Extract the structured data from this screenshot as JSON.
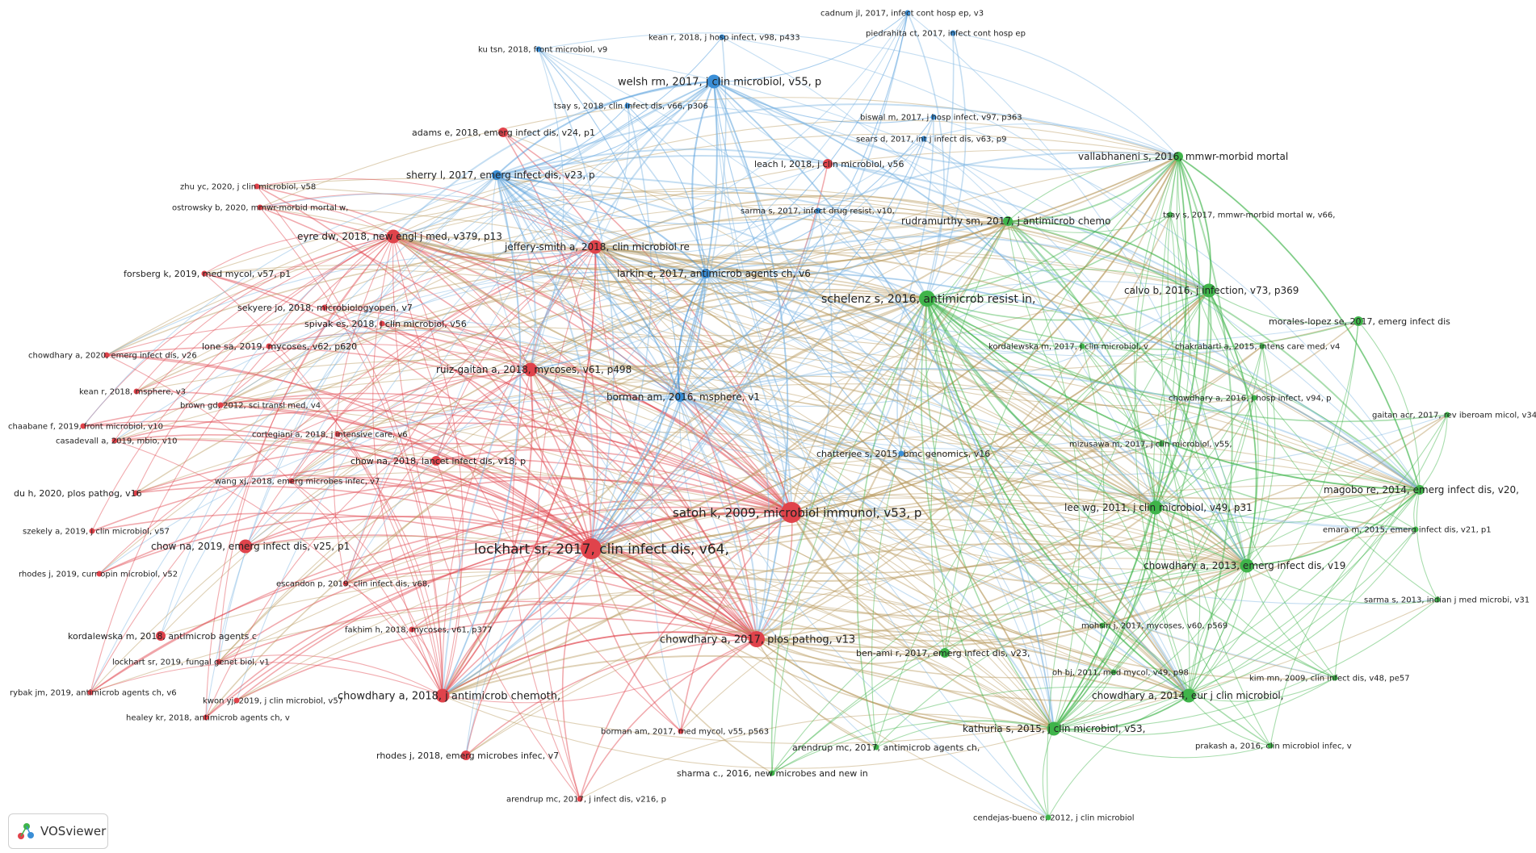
{
  "app": {
    "logo_text": "VOSviewer"
  },
  "colors": {
    "red": "#e0434b",
    "green": "#3fb44a",
    "blue": "#3a8ed6"
  },
  "nodes": [
    {
      "id": "lockhart2017",
      "label": "lockhart sr, 2017, clin infect dis, v64,",
      "cluster": "red",
      "weight": 5
    },
    {
      "id": "satoh2009",
      "label": "satoh k, 2009, microbiol immunol, v53, p",
      "cluster": "red",
      "weight": 5
    },
    {
      "id": "chowdhary2017pp",
      "label": "chowdhary a, 2017, plos pathog, v13",
      "cluster": "red",
      "weight": 4
    },
    {
      "id": "chowdhary2018jac",
      "label": "chowdhary a, 2018, j antimicrob chemoth,",
      "cluster": "red",
      "weight": 3
    },
    {
      "id": "ruizgaitan",
      "label": "ruiz-gaitan a, 2018, mycoses, v61, p498",
      "cluster": "red",
      "weight": 3
    },
    {
      "id": "jefferysmith",
      "label": "jeffery-smith a, 2018, clin microbiol re",
      "cluster": "red",
      "weight": 3
    },
    {
      "id": "eyre",
      "label": "eyre dw, 2018, new engl j med, v379, p13",
      "cluster": "red",
      "weight": 3
    },
    {
      "id": "chowna2019",
      "label": "chow na, 2019, emerg infect dis, v25, p1",
      "cluster": "red",
      "weight": 3
    },
    {
      "id": "adams",
      "label": "adams e, 2018, emerg infect dis, v24, p1",
      "cluster": "red",
      "weight": 2
    },
    {
      "id": "leach",
      "label": "leach l, 2018, j clin microbiol, v56",
      "cluster": "red",
      "weight": 2
    },
    {
      "id": "zhu",
      "label": "zhu yc, 2020, j clin microbiol, v58",
      "cluster": "red",
      "weight": 1
    },
    {
      "id": "ostrowsky",
      "label": "ostrowsky b, 2020, mmwr-morbid mortal w,",
      "cluster": "red",
      "weight": 1
    },
    {
      "id": "forsberg",
      "label": "forsberg k, 2019, med mycol, v57, p1",
      "cluster": "red",
      "weight": 1
    },
    {
      "id": "sekyere",
      "label": "sekyere jo, 2018, microbiologyopen, v7",
      "cluster": "red",
      "weight": 1
    },
    {
      "id": "spivak",
      "label": "spivak es, 2018, j clin microbiol, v56",
      "cluster": "red",
      "weight": 1
    },
    {
      "id": "lonesa",
      "label": "lone sa, 2019, mycoses, v62, p620",
      "cluster": "red",
      "weight": 1
    },
    {
      "id": "chowdhary2020",
      "label": "chowdhary a, 2020, emerg infect dis, v26",
      "cluster": "red",
      "weight": 1
    },
    {
      "id": "keanr2018",
      "label": "kean r, 2018, msphere, v3",
      "cluster": "red",
      "weight": 1
    },
    {
      "id": "browngd",
      "label": "brown gd, 2012, sci transl med, v4",
      "cluster": "red",
      "weight": 1
    },
    {
      "id": "chaabane",
      "label": "chaabane f, 2019, front microbiol, v10",
      "cluster": "red",
      "weight": 1
    },
    {
      "id": "casadevall",
      "label": "casadevall a, 2019, mbio, v10",
      "cluster": "red",
      "weight": 1
    },
    {
      "id": "cortegiani",
      "label": "cortegiani a, 2018, j intensive care, v6",
      "cluster": "red",
      "weight": 1
    },
    {
      "id": "chowna2018",
      "label": "chow na, 2018, lancet infect dis, v18, p",
      "cluster": "red",
      "weight": 2
    },
    {
      "id": "wangxj",
      "label": "wang xj, 2018, emerg microbes infec, v7",
      "cluster": "red",
      "weight": 1
    },
    {
      "id": "duh",
      "label": "du h, 2020, plos pathog, v16",
      "cluster": "red",
      "weight": 1
    },
    {
      "id": "szekely",
      "label": "szekely a, 2019, j clin microbiol, v57",
      "cluster": "red",
      "weight": 1
    },
    {
      "id": "rhodes2019",
      "label": "rhodes j, 2019, curr opin microbiol, v52",
      "cluster": "red",
      "weight": 1
    },
    {
      "id": "escandon",
      "label": "escandon p, 2019, clin infect dis, v68,",
      "cluster": "red",
      "weight": 1
    },
    {
      "id": "fakhim",
      "label": "fakhim h, 2018, mycoses, v61, p377",
      "cluster": "red",
      "weight": 1
    },
    {
      "id": "kordalewska2018",
      "label": "kordalewska m, 2018, antimicrob agents c",
      "cluster": "red",
      "weight": 2
    },
    {
      "id": "lockhart2019",
      "label": "lockhart sr, 2019, fungal genet biol, v1",
      "cluster": "red",
      "weight": 1
    },
    {
      "id": "rybak",
      "label": "rybak jm, 2019, antimicrob agents ch, v6",
      "cluster": "red",
      "weight": 1
    },
    {
      "id": "kwon",
      "label": "kwon yj, 2019, j clin microbiol, v57",
      "cluster": "red",
      "weight": 1
    },
    {
      "id": "healey",
      "label": "healey kr, 2018, antimicrob agents ch, v",
      "cluster": "red",
      "weight": 1
    },
    {
      "id": "borman2017",
      "label": "borman am, 2017, med mycol, v55, p563",
      "cluster": "red",
      "weight": 1
    },
    {
      "id": "rhodes2018",
      "label": "rhodes j, 2018, emerg microbes infec, v7",
      "cluster": "red",
      "weight": 2
    },
    {
      "id": "arendrup2017jid",
      "label": "arendrup mc, 2017, j infect dis, v216, p",
      "cluster": "red",
      "weight": 1
    },
    {
      "id": "welsh",
      "label": "welsh rm, 2017, j clin microbiol, v55, p",
      "cluster": "blue",
      "weight": 3
    },
    {
      "id": "sherry",
      "label": "sherry l, 2017, emerg infect dis, v23, p",
      "cluster": "blue",
      "weight": 2
    },
    {
      "id": "cadnum",
      "label": "cadnum jl, 2017, infect cont hosp ep, v3",
      "cluster": "blue",
      "weight": 1
    },
    {
      "id": "keanr2018jhi",
      "label": "kean r, 2018, j hosp infect, v98, p433",
      "cluster": "blue",
      "weight": 1
    },
    {
      "id": "piedrahita",
      "label": "piedrahita ct, 2017, infect cont hosp ep",
      "cluster": "blue",
      "weight": 1
    },
    {
      "id": "kutsn",
      "label": "ku tsn, 2018, front microbiol, v9",
      "cluster": "blue",
      "weight": 1
    },
    {
      "id": "tsays2018",
      "label": "tsay s, 2018, clin infect dis, v66, p306",
      "cluster": "blue",
      "weight": 1
    },
    {
      "id": "biswal",
      "label": "biswal m, 2017, j hosp infect, v97, p363",
      "cluster": "blue",
      "weight": 1
    },
    {
      "id": "searsd",
      "label": "sears d, 2017, int j infect dis, v63, p9",
      "cluster": "blue",
      "weight": 1
    },
    {
      "id": "sarma2017",
      "label": "sarma s, 2017, infect drug resist, v10,",
      "cluster": "blue",
      "weight": 1
    },
    {
      "id": "larkin",
      "label": "larkin e, 2017, antimicrob agents ch, v6",
      "cluster": "blue",
      "weight": 2
    },
    {
      "id": "borman2016",
      "label": "borman am, 2016, msphere, v1",
      "cluster": "blue",
      "weight": 2
    },
    {
      "id": "chatterjee",
      "label": "chatterjee s, 2015, bmc genomics, v16",
      "cluster": "blue",
      "weight": 1
    },
    {
      "id": "schelenz",
      "label": "schelenz s, 2016, antimicrob resist in,",
      "cluster": "green",
      "weight": 4
    },
    {
      "id": "vallabhaneni",
      "label": "vallabhaneni s, 2016, mmwr-morbid mortal",
      "cluster": "green",
      "weight": 2
    },
    {
      "id": "tsays2017",
      "label": "tsay s, 2017, mmwr-morbid mortal w, v66,",
      "cluster": "green",
      "weight": 1
    },
    {
      "id": "rudramurthy",
      "label": "rudramurthy sm, 2017, j antimicrob chemo",
      "cluster": "green",
      "weight": 2
    },
    {
      "id": "calvo",
      "label": "calvo b, 2016, j infection, v73, p369",
      "cluster": "green",
      "weight": 3
    },
    {
      "id": "moraleslopez",
      "label": "morales-lopez se, 2017, emerg infect dis",
      "cluster": "green",
      "weight": 2
    },
    {
      "id": "kordalewska2017",
      "label": "kordalewska m, 2017, j clin microbiol, v",
      "cluster": "green",
      "weight": 1
    },
    {
      "id": "chakrabarti",
      "label": "chakrabarti a, 2015, intens care med, v4",
      "cluster": "green",
      "weight": 1
    },
    {
      "id": "chowdhary2016",
      "label": "chowdhary a, 2016, j hosp infect, v94, p",
      "cluster": "green",
      "weight": 1
    },
    {
      "id": "gaitan",
      "label": "gaitan acr, 2017, rev iberoam micol, v34",
      "cluster": "green",
      "weight": 1
    },
    {
      "id": "mizusawa",
      "label": "mizusawa m, 2017, j clin microbiol, v55,",
      "cluster": "green",
      "weight": 1
    },
    {
      "id": "leewg",
      "label": "lee wg, 2011, j clin microbiol, v49, p31",
      "cluster": "green",
      "weight": 3
    },
    {
      "id": "magobo",
      "label": "magobo re, 2014, emerg infect dis, v20,",
      "cluster": "green",
      "weight": 2
    },
    {
      "id": "emara",
      "label": "emara m, 2015, emerg infect dis, v21, p1",
      "cluster": "green",
      "weight": 1
    },
    {
      "id": "chowdhary2013",
      "label": "chowdhary a, 2013, emerg infect dis, v19",
      "cluster": "green",
      "weight": 3
    },
    {
      "id": "sarma2013",
      "label": "sarma s, 2013, indian j med microbi, v31",
      "cluster": "green",
      "weight": 1
    },
    {
      "id": "mohsin",
      "label": "mohsin j, 2017, mycoses, v60, p569",
      "cluster": "green",
      "weight": 1
    },
    {
      "id": "benami",
      "label": "ben-ami r, 2017, emerg infect dis, v23,",
      "cluster": "green",
      "weight": 2
    },
    {
      "id": "ohbj",
      "label": "oh bj, 2011, med mycol, v49, p98",
      "cluster": "green",
      "weight": 1
    },
    {
      "id": "kimmn",
      "label": "kim mn, 2009, clin infect dis, v48, pe57",
      "cluster": "green",
      "weight": 1
    },
    {
      "id": "chowdhary2014",
      "label": "chowdhary a, 2014, eur j clin microbiol,",
      "cluster": "green",
      "weight": 3
    },
    {
      "id": "kathuria",
      "label": "kathuria s, 2015, j clin microbiol, v53,",
      "cluster": "green",
      "weight": 3
    },
    {
      "id": "arendrup2017aac",
      "label": "arendrup mc, 2017, antimicrob agents ch,",
      "cluster": "green",
      "weight": 1
    },
    {
      "id": "prakash",
      "label": "prakash a, 2016, clin microbiol infec, v",
      "cluster": "green",
      "weight": 1
    },
    {
      "id": "sharma",
      "label": "sharma c., 2016, new microbes and new in",
      "cluster": "green",
      "weight": 1
    },
    {
      "id": "cendejas",
      "label": "cendejas-bueno e, 2012, j clin microbiol",
      "cluster": "green",
      "weight": 1
    }
  ]
}
